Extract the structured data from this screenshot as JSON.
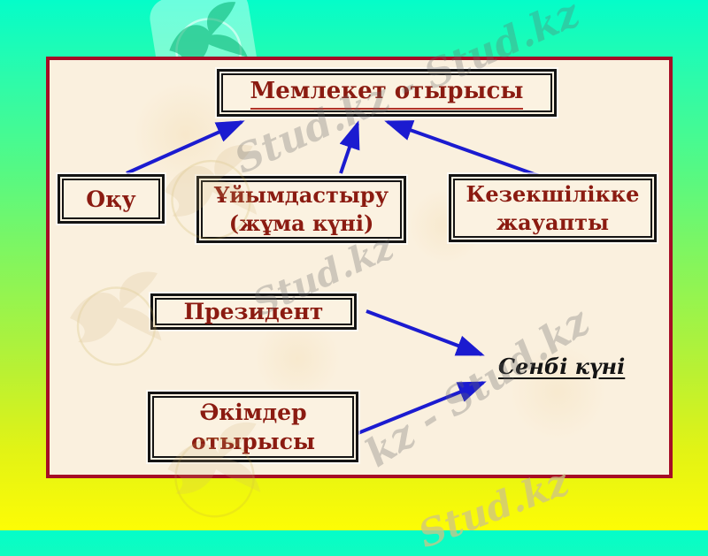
{
  "slide": {
    "panel_bg": "#FAF0DE",
    "panel_border_color": "#A50D26"
  },
  "colors": {
    "arrow_blue": "#1B1BD0",
    "node_text_maroon": "#8B1B11",
    "bg_gradient_top": "#04FDC9",
    "bg_gradient_middle": "#86F55B",
    "bg_gradient_bottom": "#FDFC05"
  },
  "diagram": {
    "nodes": {
      "meeting": {
        "label": "Мемлекет отырысы"
      },
      "oku": {
        "label": "Оқу"
      },
      "uiym": {
        "line1": "Ұйымдастыру",
        "line2": "(жұма күні)"
      },
      "kezek": {
        "line1": "Кезекшілікке",
        "line2": "жауапты"
      },
      "prezident": {
        "label": "Президент"
      },
      "akimder": {
        "line1": "Әкімдер",
        "line2": "отырысы"
      }
    },
    "side_label": "Сенбі күні",
    "edges": [
      "Оқу → Мемлекет отырысы",
      "Ұйымдастыру (жұма күні) → Мемлекет отырысы",
      "Кезекшілікке жауапты → Мемлекет отырысы",
      "Президент → Сенбі күні",
      "Әкімдер отырысы → Сенбі күні"
    ]
  },
  "watermark": {
    "short": "Stud.kz",
    "double": "Stud.kz - Stud.kz",
    "band": "kz - Stud.kz"
  }
}
